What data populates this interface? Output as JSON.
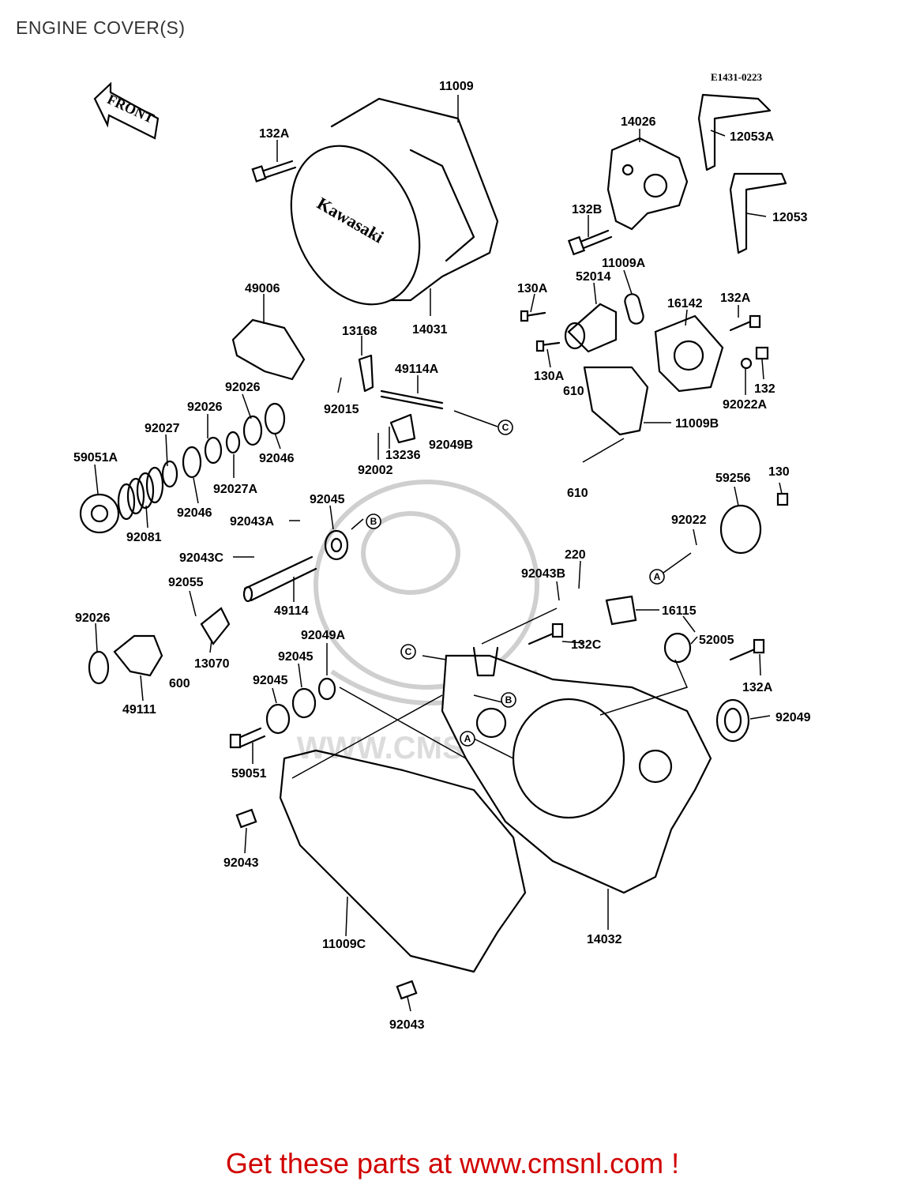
{
  "title": "ENGINE COVER(S)",
  "diagram_code": "E1431-0223",
  "front_label": "FRONT",
  "brand_text": "Kawasaki",
  "footer": "Get these parts at www.cmsnl.com !",
  "watermark": "WWW.CMSNL.COM",
  "colors": {
    "footer": "#d00000",
    "title": "#333333",
    "watermark": "#cfcfcf"
  },
  "parts": [
    {
      "id": "p11009",
      "label": "11009"
    },
    {
      "id": "p132A_1",
      "label": "132A"
    },
    {
      "id": "p14031",
      "label": "14031"
    },
    {
      "id": "p14026",
      "label": "14026"
    },
    {
      "id": "p12053A",
      "label": "12053A"
    },
    {
      "id": "p12053",
      "label": "12053"
    },
    {
      "id": "p132B",
      "label": "132B"
    },
    {
      "id": "p11009A",
      "label": "11009A"
    },
    {
      "id": "p52014",
      "label": "52014"
    },
    {
      "id": "p130A_1",
      "label": "130A"
    },
    {
      "id": "p130A_2",
      "label": "130A"
    },
    {
      "id": "p16142",
      "label": "16142"
    },
    {
      "id": "p132A_2",
      "label": "132A"
    },
    {
      "id": "p132",
      "label": "132"
    },
    {
      "id": "p92022A",
      "label": "92022A"
    },
    {
      "id": "p610_1",
      "label": "610"
    },
    {
      "id": "p11009B",
      "label": "11009B"
    },
    {
      "id": "p610_2",
      "label": "610"
    },
    {
      "id": "p49006",
      "label": "49006"
    },
    {
      "id": "p13168",
      "label": "13168"
    },
    {
      "id": "p49114A",
      "label": "49114A"
    },
    {
      "id": "p92015",
      "label": "92015"
    },
    {
      "id": "p92049B",
      "label": "92049B"
    },
    {
      "id": "p13236",
      "label": "13236"
    },
    {
      "id": "p92002",
      "label": "92002"
    },
    {
      "id": "p92026_1",
      "label": "92026"
    },
    {
      "id": "p92026_2",
      "label": "92026"
    },
    {
      "id": "p92027",
      "label": "92027"
    },
    {
      "id": "p92046_1",
      "label": "92046"
    },
    {
      "id": "p59051A",
      "label": "59051A"
    },
    {
      "id": "p92027A",
      "label": "92027A"
    },
    {
      "id": "p92046_2",
      "label": "92046"
    },
    {
      "id": "p92081",
      "label": "92081"
    },
    {
      "id": "p92045_1",
      "label": "92045"
    },
    {
      "id": "p92043A",
      "label": "92043A"
    },
    {
      "id": "p92043C",
      "label": "92043C"
    },
    {
      "id": "p49114",
      "label": "49114"
    },
    {
      "id": "p92055",
      "label": "92055"
    },
    {
      "id": "p92026_3",
      "label": "92026"
    },
    {
      "id": "p13070",
      "label": "13070"
    },
    {
      "id": "p600",
      "label": "600"
    },
    {
      "id": "p49111",
      "label": "49111"
    },
    {
      "id": "p92049A",
      "label": "92049A"
    },
    {
      "id": "p92045_2",
      "label": "92045"
    },
    {
      "id": "p92045_3",
      "label": "92045"
    },
    {
      "id": "p59051",
      "label": "59051"
    },
    {
      "id": "p92043_1",
      "label": "92043"
    },
    {
      "id": "p11009C",
      "label": "11009C"
    },
    {
      "id": "p92043_2",
      "label": "92043"
    },
    {
      "id": "p14032",
      "label": "14032"
    },
    {
      "id": "p59256",
      "label": "59256"
    },
    {
      "id": "p130",
      "label": "130"
    },
    {
      "id": "p92022",
      "label": "92022"
    },
    {
      "id": "p220",
      "label": "220"
    },
    {
      "id": "p92043B",
      "label": "92043B"
    },
    {
      "id": "p16115",
      "label": "16115"
    },
    {
      "id": "p132C",
      "label": "132C"
    },
    {
      "id": "p52005",
      "label": "52005"
    },
    {
      "id": "p132A_3",
      "label": "132A"
    },
    {
      "id": "p92049",
      "label": "92049"
    }
  ],
  "ref_marks": [
    {
      "id": "mC1",
      "letter": "C"
    },
    {
      "id": "mB1",
      "letter": "B"
    },
    {
      "id": "mA1",
      "letter": "A"
    },
    {
      "id": "mC2",
      "letter": "C"
    },
    {
      "id": "mB2",
      "letter": "B"
    },
    {
      "id": "mA2",
      "letter": "A"
    }
  ]
}
